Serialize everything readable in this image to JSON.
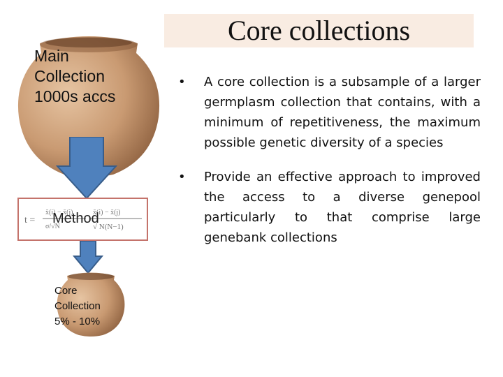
{
  "slide": {
    "title": "Core collections",
    "main_pot_label": "Main\nCollection\n1000s accs",
    "method_label": "Method",
    "core_pot_label": "Core\nCollection\n5% - 10%",
    "bullets": [
      {
        "marker": "•",
        "text": "A core collection is a subsample of a larger germplasm collection that contains, with a minimum of repetitiveness, the maximum possible genetic diversity of a species"
      },
      {
        "marker": "•",
        "text": "Provide an effective approach to improved the access to a diverse genepool particularly to that comprise large genebank collections"
      }
    ]
  },
  "colors": {
    "title_bg": "#f9ece2",
    "arrow_fill": "#4f81bd",
    "arrow_stroke": "#385d8a",
    "method_border": "#c4736b",
    "pot_body": "#c99a72"
  }
}
